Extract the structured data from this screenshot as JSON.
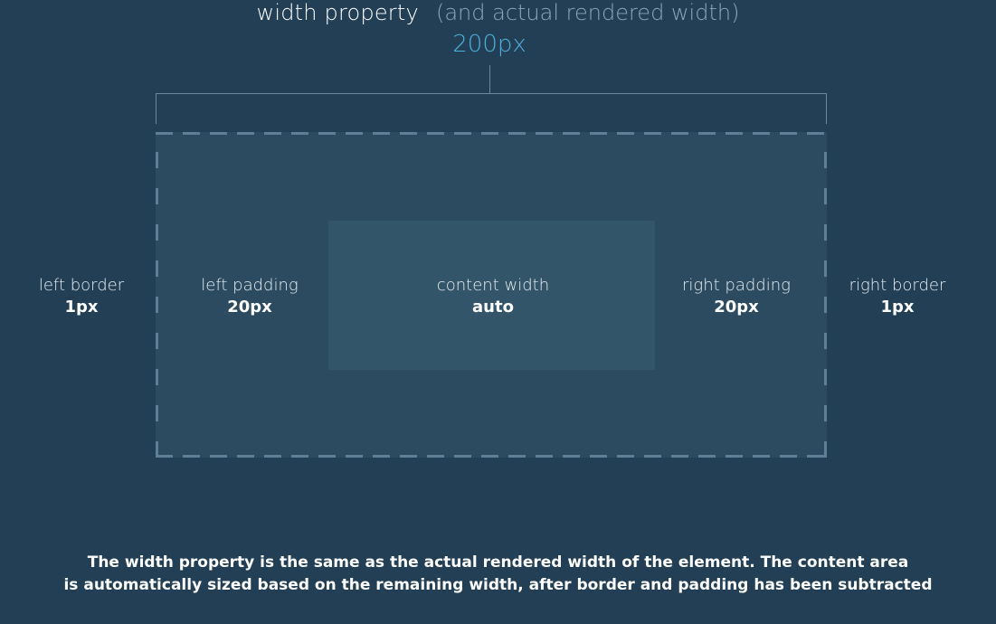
{
  "header": {
    "title": "width property",
    "subtitle": "(and actual rendered width)",
    "width_value": "200px"
  },
  "labels": {
    "left_border": {
      "name": "left border",
      "value": "1px"
    },
    "left_padding": {
      "name": "left padding",
      "value": "20px"
    },
    "content": {
      "name": "content width",
      "value": "auto"
    },
    "right_padding": {
      "name": "right padding",
      "value": "20px"
    },
    "right_border": {
      "name": "right border",
      "value": "1px"
    }
  },
  "caption": {
    "line1": "The width property is the same as the actual rendered width of the element. The content area",
    "line2": "is automatically sized based on the remaining width, after border and padding has been subtracted"
  },
  "colors": {
    "background": "#223f55",
    "box": "#2c4a60",
    "content": "#335569",
    "accent": "#4db0dd",
    "dash": "#5f7f96"
  }
}
